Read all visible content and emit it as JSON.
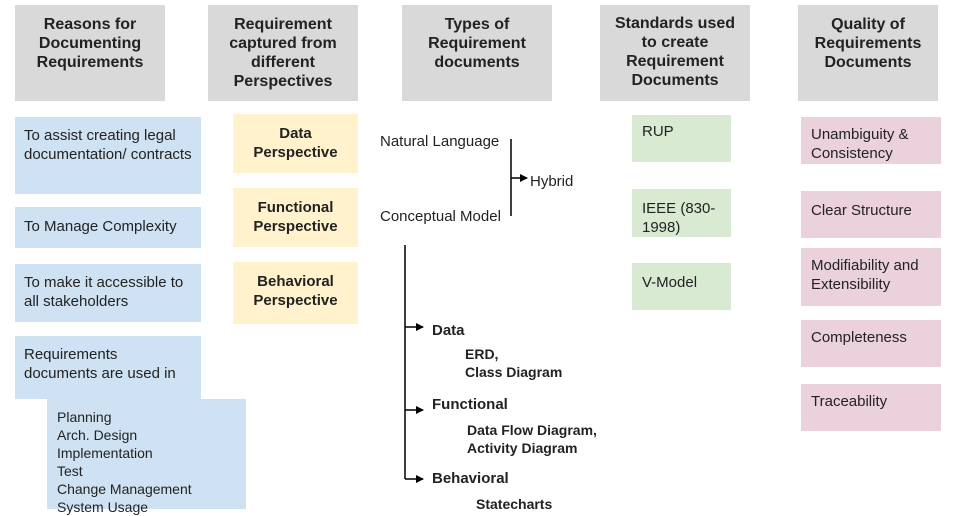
{
  "headers": [
    "Reasons for Documenting Requirements",
    "Requirement captured from different Perspectives",
    "Types of Requirement documents",
    "Standards used to create Requirement Documents",
    "Quality of Requirements Documents"
  ],
  "reasons": [
    "To assist creating legal documentation/ contracts",
    "To Manage Complexity",
    "To make it accessible to all stakeholders",
    "Requirements documents are used in"
  ],
  "uses": "Planning\nArch. Design\nImplementation\nTest\nChange Management\nSystem Usage",
  "perspectives": [
    "Data Perspective",
    "Functional Perspective",
    "Behavioral Perspective"
  ],
  "types": {
    "natural_language": "Natural Language",
    "conceptual_model": "Conceptual Model",
    "hybrid": "Hybrid",
    "models": [
      {
        "name": "Data",
        "examples": "ERD,\nClass Diagram"
      },
      {
        "name": "Functional",
        "examples": "Data Flow Diagram,\nActivity Diagram"
      },
      {
        "name": "Behavioral",
        "examples": "Statecharts"
      }
    ]
  },
  "standards": [
    "RUP",
    "IEEE (830-1998)",
    "V-Model"
  ],
  "qualities": [
    "Unambiguity & Consistency",
    "Clear Structure",
    "Modifiability and Extensibility",
    "Completeness",
    "Traceability"
  ]
}
